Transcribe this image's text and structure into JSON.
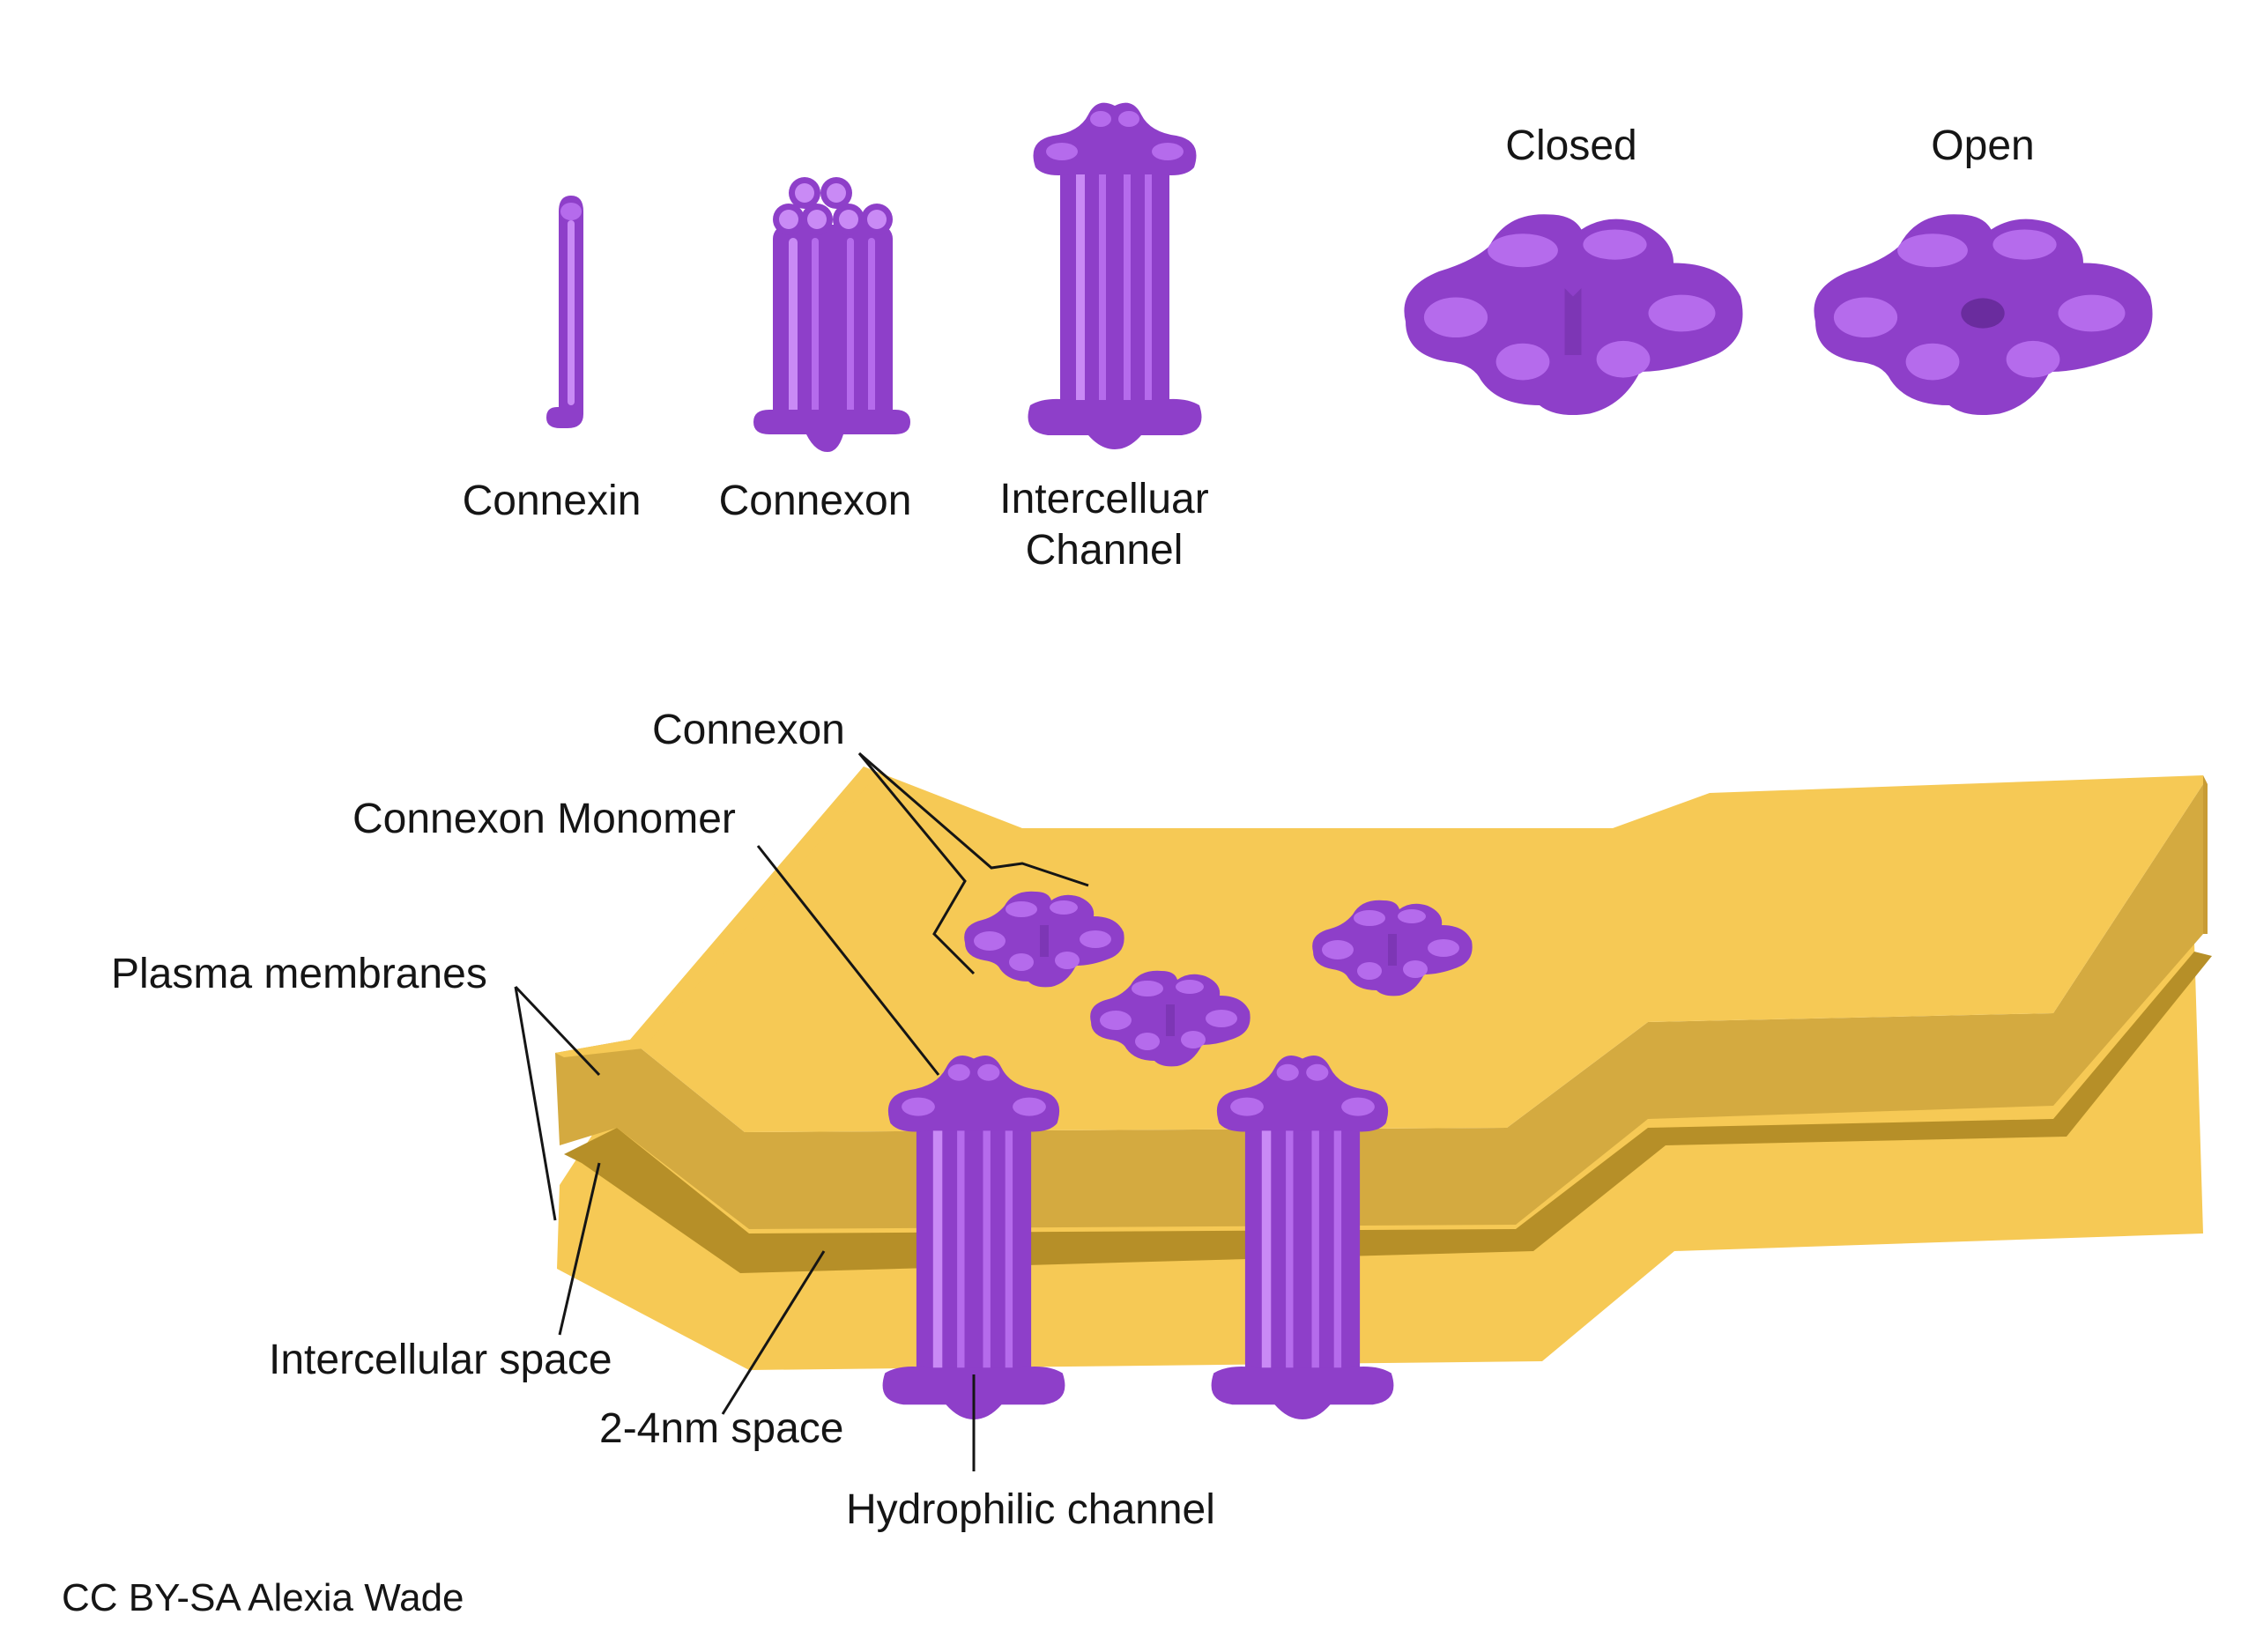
{
  "top_labels": {
    "connexin": "Connexin",
    "connexon": "Connexon",
    "channel_line1": "Intercelluar",
    "channel_line2": "Channel",
    "closed": "Closed",
    "open": "Open"
  },
  "diagram_labels": {
    "connexon": "Connexon",
    "connexon_monomer": "Connexon Monomer",
    "plasma_membranes": "Plasma membranes",
    "intercellular_space": "Intercellular space",
    "gap_space": "2-4nm space",
    "hydrophilic_channel": "Hydrophilic channel"
  },
  "credit": "CC BY-SA Alexia Wade",
  "colors": {
    "protein": "#8E3FC9",
    "protein_light": "#B56BEC",
    "protein_highlight": "#C98AF5",
    "protein_dark": "#7130A8",
    "membrane_top": "#F6C955",
    "membrane_side": "#D4AA40",
    "membrane_gap": "#B68F28",
    "label_line": "#151515"
  },
  "icons": [
    "connexin-icon",
    "connexon-icon",
    "intercellular-channel-icon",
    "closed-connexon-icon",
    "open-connexon-icon"
  ]
}
